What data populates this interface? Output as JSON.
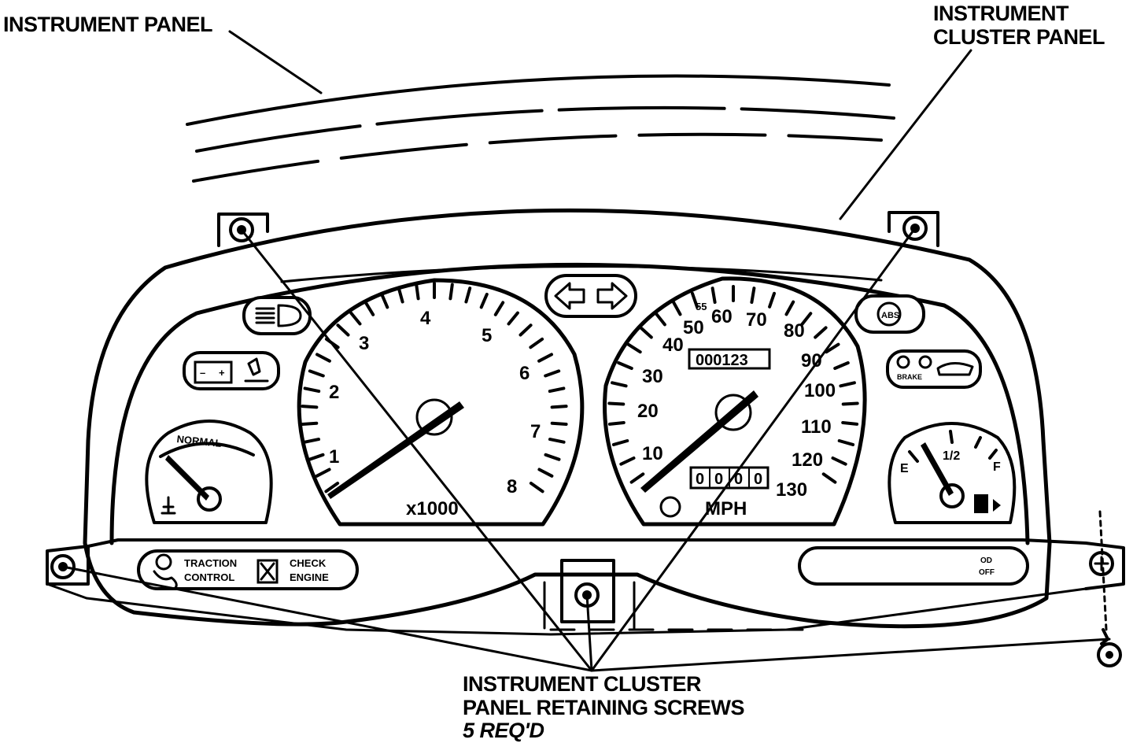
{
  "callouts": {
    "instrument_panel": "INSTRUMENT PANEL",
    "cluster_panel_line1": "INSTRUMENT",
    "cluster_panel_line2": "CLUSTER PANEL",
    "screws_line1": "INSTRUMENT CLUSTER",
    "screws_line2": "PANEL RETAINING SCREWS",
    "screws_line3": "5 REQ'D"
  },
  "tachometer": {
    "labels": [
      "1",
      "2",
      "3",
      "4",
      "5",
      "6",
      "7",
      "8"
    ],
    "unit": "x1000"
  },
  "speedometer": {
    "labels": [
      "10",
      "20",
      "30",
      "40",
      "50",
      "55",
      "60",
      "70",
      "80",
      "90",
      "100",
      "110",
      "120",
      "130"
    ],
    "odometer": "000123",
    "trip_digits": [
      "0",
      "0",
      "0",
      "0"
    ],
    "unit": "MPH"
  },
  "temperature_gauge": {
    "label": "NORMAL"
  },
  "fuel_gauge": {
    "empty": "E",
    "half": "1/2",
    "full": "F"
  },
  "warning_lamps": {
    "traction_line1": "TRACTION",
    "traction_line2": "CONTROL",
    "check_line1": "CHECK",
    "check_line2": "ENGINE",
    "abs": "ABS",
    "battery_minus": "–",
    "battery_plus": "+",
    "od_line1": "OD",
    "od_line2": "OFF",
    "brake": "BRAKE"
  }
}
